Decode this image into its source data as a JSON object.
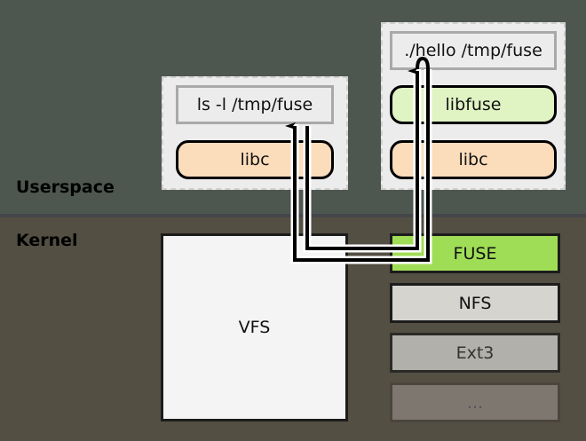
{
  "zones": {
    "userspace_label": "Userspace",
    "kernel_label": "Kernel"
  },
  "process_ls": {
    "command": "ls -l /tmp/fuse",
    "library": "libc"
  },
  "process_hello": {
    "command": "./hello /tmp/fuse",
    "libraries": [
      "libfuse",
      "libc"
    ]
  },
  "kernel": {
    "vfs": "VFS",
    "filesystems": [
      "FUSE",
      "NFS",
      "Ext3",
      "..."
    ]
  },
  "colors": {
    "userspace_bg": "#4e5650",
    "kernel_bg": "#544f43",
    "libc": "#fbdcbb",
    "libfuse": "#dff3c3",
    "fuse": "#a0dd56",
    "nfs": "#d5d4cf",
    "ext3": "#b2b0aa",
    "other_fs": "#7d7770"
  }
}
